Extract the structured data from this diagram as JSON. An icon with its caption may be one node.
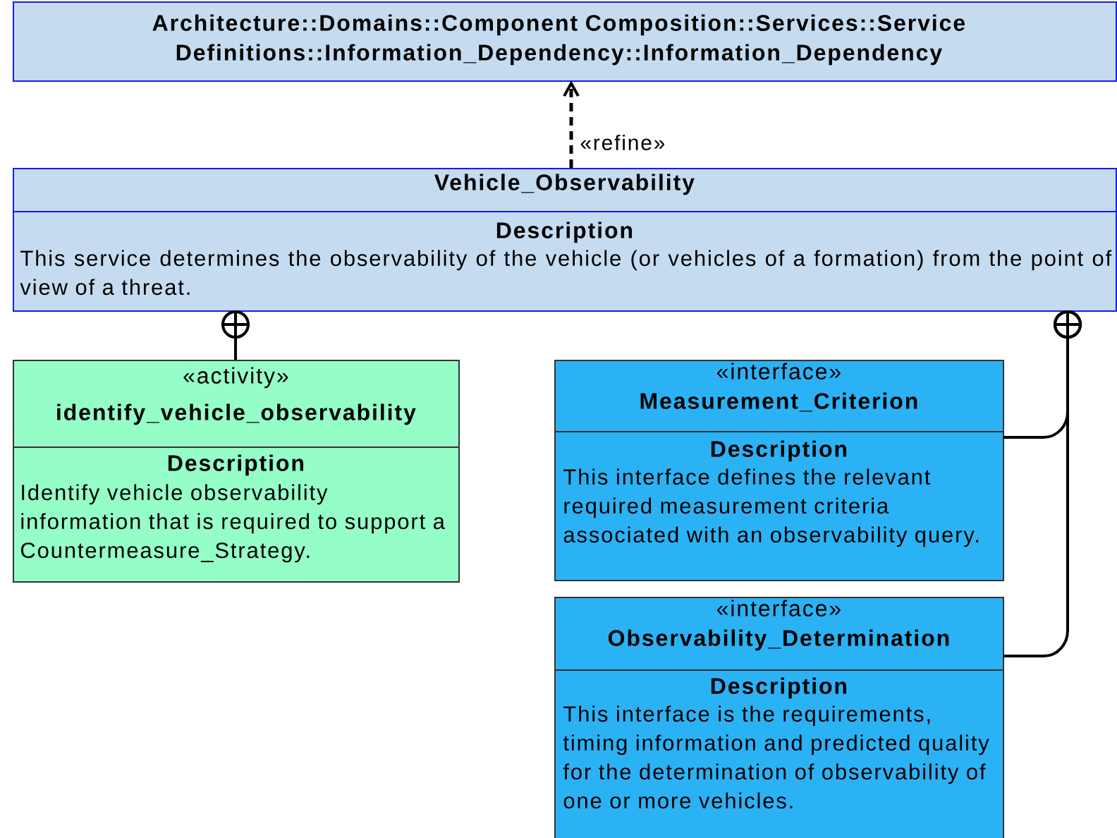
{
  "diagram": {
    "nodes": [
      {
        "text": [
          "Architecture::Domains::Component Composition::Services::Service Definitions::Information_Dependency::Information_Dependency"
        ]
      },
      {
        "text": [
          "Vehicle_Observability",
          "Description",
          "This service determines the observability of the vehicle (or vehicles of a formation) from the point of view of a threat."
        ]
      },
      {
        "text": [
          "«activity»",
          "identify_vehicle_observability",
          "Description",
          "Identify vehicle observability information that is required to support a Countermeasure_Strategy."
        ]
      },
      {
        "text": [
          "«interface»",
          "Measurement_Criterion",
          "Description",
          "This interface defines the relevant required measurement criteria associated with an observability query."
        ]
      },
      {
        "text": [
          "«interface»",
          "Observability_Determination",
          "Description",
          "This interface is the requirements, timing information and predicted quality for the determination of observability of one or more vehicles."
        ]
      }
    ],
    "edges": [
      {
        "from": 1,
        "to": 0,
        "arrow": "to",
        "label": "«refine»",
        "style": "dashed"
      },
      {
        "from": 2,
        "to": 1,
        "arrow": "other"
      },
      {
        "from": 3,
        "to": 1,
        "arrow": "other"
      },
      {
        "from": 4,
        "to": 1,
        "arrow": "other"
      }
    ]
  }
}
